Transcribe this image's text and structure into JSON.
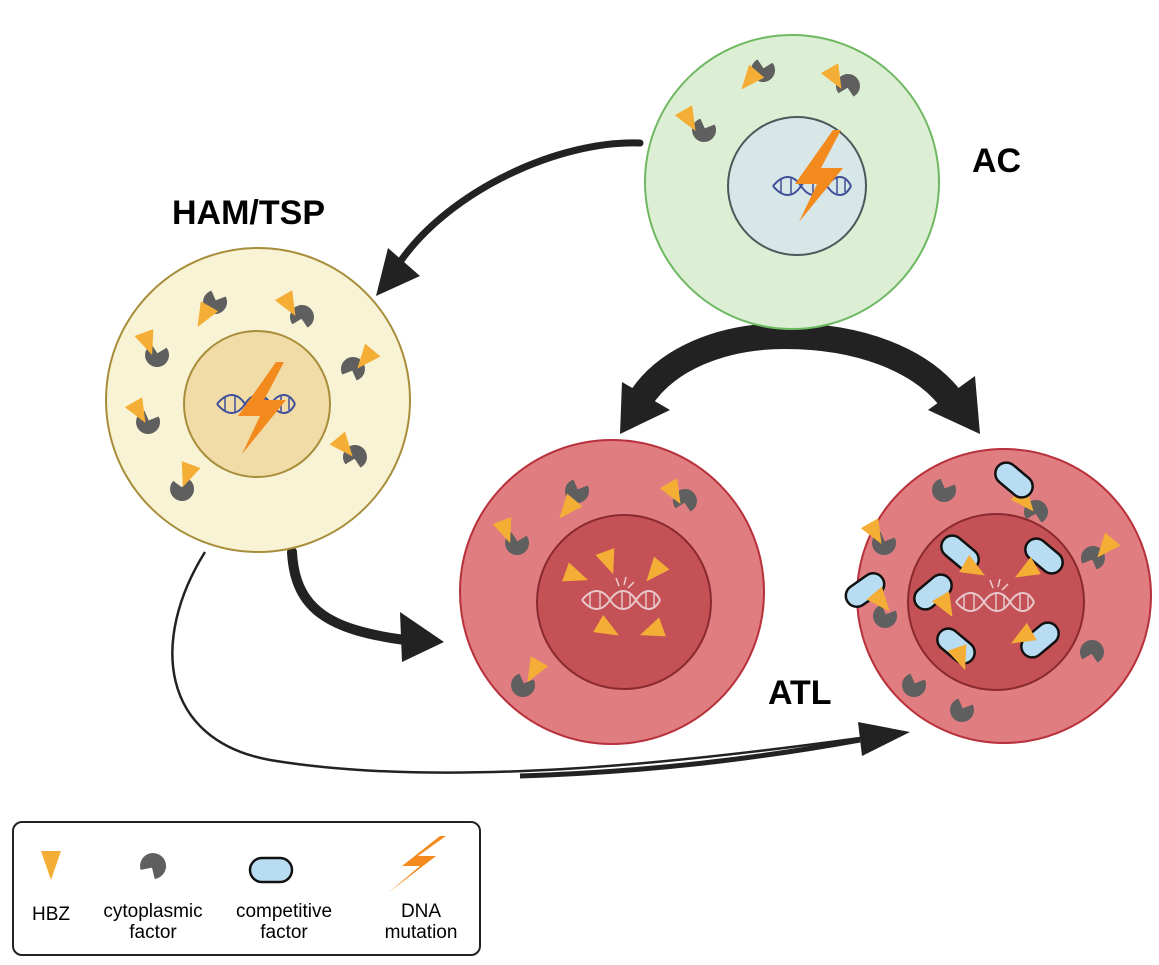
{
  "labels": {
    "ac": "AC",
    "ham_tsp": "HAM/TSP",
    "atl": "ATL"
  },
  "legend": {
    "items": [
      {
        "name": "hbz",
        "lines": [
          "HBZ"
        ]
      },
      {
        "name": "cytoplasmic-factor",
        "lines": [
          "cytoplasmic",
          "factor"
        ]
      },
      {
        "name": "competitive-factor",
        "lines": [
          "competitive",
          "factor"
        ]
      },
      {
        "name": "dna-mutation",
        "lines": [
          "DNA",
          "mutation"
        ]
      }
    ]
  },
  "colors": {
    "ac_cell": "#dcefd5",
    "ac_border": "#6fb862",
    "ac_nucleus": "#d7e6e6",
    "ham_cell": "#f7f3d4",
    "ham_border": "#a88d3a",
    "ham_nucleus": "#f1dca8",
    "atl_cell": "#e07d80",
    "atl_border": "#b8303a",
    "atl_nucleus": "#c45156",
    "hbz": "#F5AE35",
    "cytoplasmic_factor": "#5f5f5f",
    "competitive_factor": "#b8dcf2",
    "mutation": "#F38A1D",
    "arrow": "#222222"
  }
}
